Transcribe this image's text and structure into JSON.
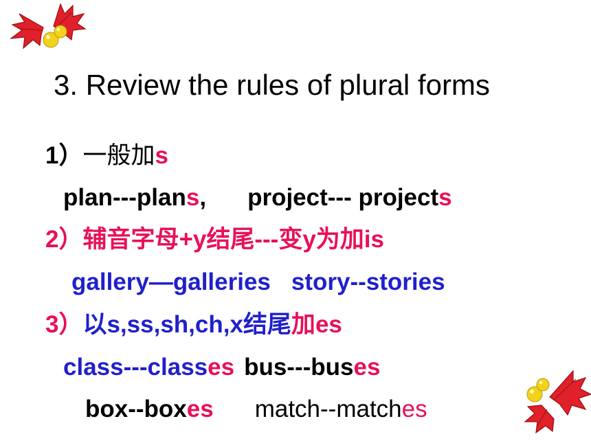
{
  "title": "3. Review the rules of plural forms",
  "colors": {
    "red": "#e8105a",
    "blue": "#2020cc",
    "black": "#000000"
  },
  "decorations": [
    "holly-icon",
    "holly-icon"
  ],
  "rules": [
    {
      "heading": {
        "number": "1）",
        "text": "一般加",
        "suffix": "s"
      },
      "examples": [
        {
          "stem": "plan---plan",
          "ending": "s",
          "after": ","
        },
        {
          "stem": "project--- project",
          "ending": "s"
        }
      ]
    },
    {
      "heading": {
        "number": "2）",
        "text": "辅音字母+y结尾---变y为加is"
      },
      "examples": [
        {
          "text": "gallery—galleries"
        },
        {
          "text": "story--stories"
        }
      ]
    },
    {
      "heading": {
        "number": "3）",
        "text": "以s,ss,sh,ch,x结尾",
        "mid": "加",
        "suffix": "es"
      },
      "examples": [
        {
          "stem": "class---class",
          "ending": "es"
        },
        {
          "stem": "bus---bus",
          "ending": "es"
        },
        {
          "stem": "box--box",
          "ending": "es"
        },
        {
          "stem": "match--match",
          "ending": "es"
        }
      ]
    }
  ]
}
